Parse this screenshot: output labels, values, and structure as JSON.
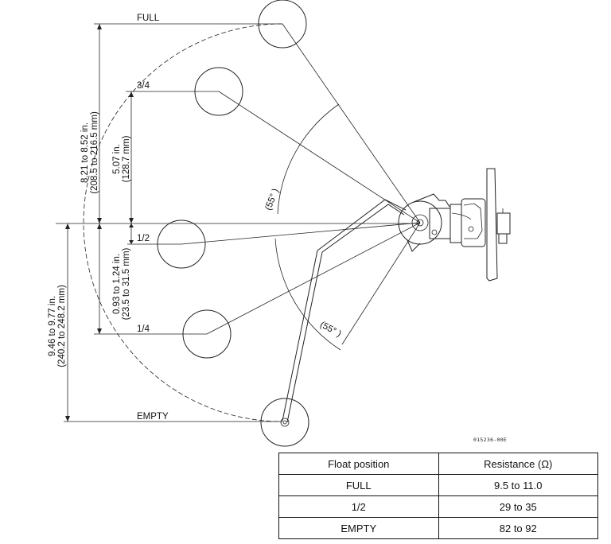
{
  "positions": {
    "full": "FULL",
    "three_quarter": "3/4",
    "half": "1/2",
    "quarter": "1/4",
    "empty": "EMPTY"
  },
  "dimensions": {
    "full_height_in": "8.21 to 8.52 in.",
    "full_height_mm": "(208.5 to 216.5 mm)",
    "three_quarter_height_in": "5.07 in.",
    "three_quarter_height_mm": "(128.7 mm)",
    "quarter_offset_in": "0.93 to 1.24 in.",
    "quarter_offset_mm": "(23.5 to 31.5 mm)",
    "empty_depth_in": "9.46 to 9.77 in.",
    "empty_depth_mm": "(240.2 to 248.2 mm)"
  },
  "angles": {
    "upper": "(55° )",
    "lower": "(55° )"
  },
  "figure_code": "015236-00E",
  "table": {
    "headers": [
      "Float position",
      "Resistance (Ω)"
    ],
    "rows": [
      [
        "FULL",
        "9.5 to 11.0"
      ],
      [
        "1/2",
        "29 to 35"
      ],
      [
        "EMPTY",
        "82 to 92"
      ]
    ]
  }
}
